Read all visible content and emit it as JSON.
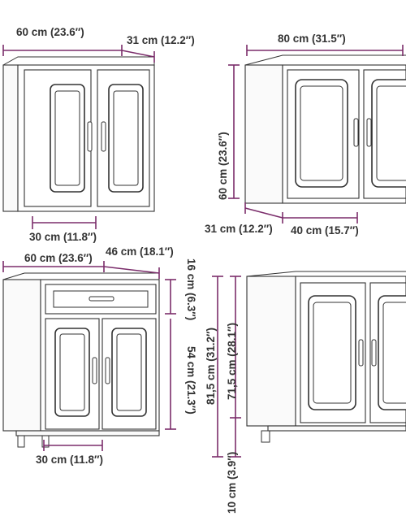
{
  "colors": {
    "dimension_line": "#7b2d6b",
    "outline": "#333333",
    "text": "#333333"
  },
  "labels": {
    "a_width": "60 cm (23.6″)",
    "a_depth": "31 cm (12.2″)",
    "a_inner": "30 cm (11.8″)",
    "b_width": "80 cm (31.5″)",
    "b_height": "60 cm (23.6″)",
    "b_depth": "31 cm (12.2″)",
    "b_inner": "40 cm (15.7″)",
    "c_width": "60 cm (23.6″)",
    "c_depth": "46 cm (18.1″)",
    "c_drawer": "16 cm (6.3″)",
    "c_doors": "54 cm (21.3″)",
    "c_inner": "30 cm (11.8″)",
    "d_total": "81,5 cm (31.2″)",
    "d_body": "71,5 cm (28.1″)",
    "d_legs": "10 cm (3.9″)"
  }
}
